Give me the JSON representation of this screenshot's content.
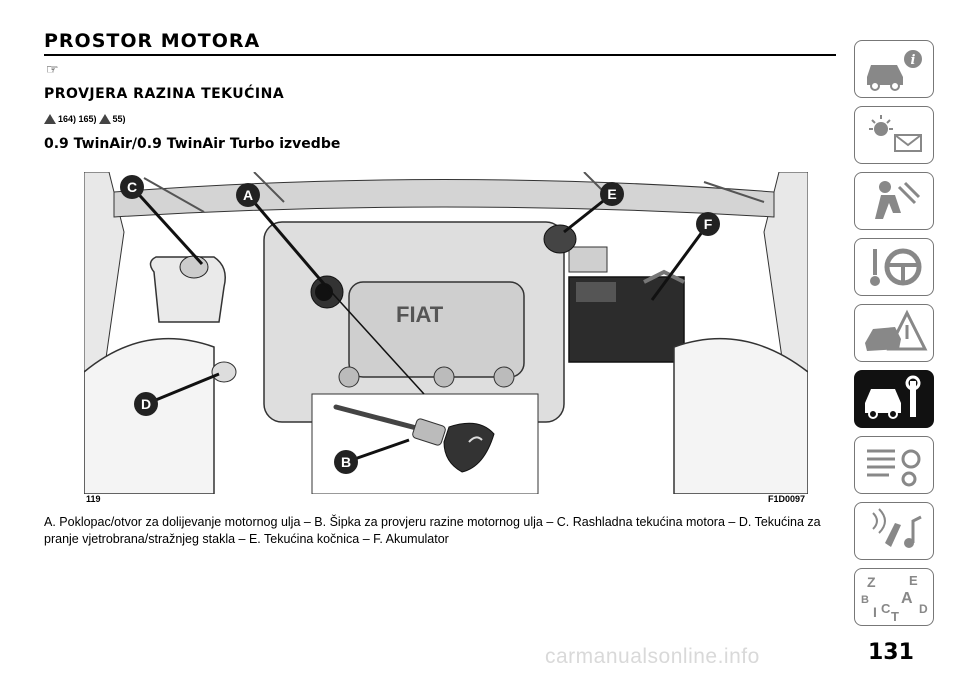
{
  "page": {
    "title": "PROSTOR MOTORA",
    "subtitle": "PROVJERA RAZINA TEKUĆINA",
    "refs": {
      "first": "164) 165)",
      "second": "55)"
    },
    "variant_heading": "0.9 TwinAir/0.9 TwinAir Turbo izvedbe",
    "figure_number": "119",
    "figure_code": "F1D0097",
    "caption": "A. Poklopac/otvor za dolijevanje motornog ulja – B. Šipka za provjeru razine motornog ulja – C. Rashladna tekućina motora – D. Tekućina za pranje vjetrobrana/stražnjeg stakla – E. Tekućina kočnica – F. Akumulator",
    "page_number": "131",
    "watermark": "carmanualsonline.info"
  },
  "figure_labels": [
    "C",
    "A",
    "E",
    "F",
    "D",
    "B"
  ],
  "engine_logo": "FIAT",
  "sidebar": {
    "tabs": [
      {
        "icon": "car-info-icon",
        "active": false
      },
      {
        "icon": "dashboard-lights-icon",
        "active": false
      },
      {
        "icon": "safety-airbag-icon",
        "active": false
      },
      {
        "icon": "steering-wheel-icon",
        "active": false
      },
      {
        "icon": "emergency-warning-icon",
        "active": false
      },
      {
        "icon": "car-service-wrench-icon",
        "active": true
      },
      {
        "icon": "technical-data-icon",
        "active": false
      },
      {
        "icon": "multimedia-icon",
        "active": false
      },
      {
        "icon": "index-icon",
        "active": false
      }
    ],
    "index_letters": [
      "Z",
      "E",
      "A",
      "B",
      "I",
      "C",
      "T",
      "D"
    ]
  }
}
